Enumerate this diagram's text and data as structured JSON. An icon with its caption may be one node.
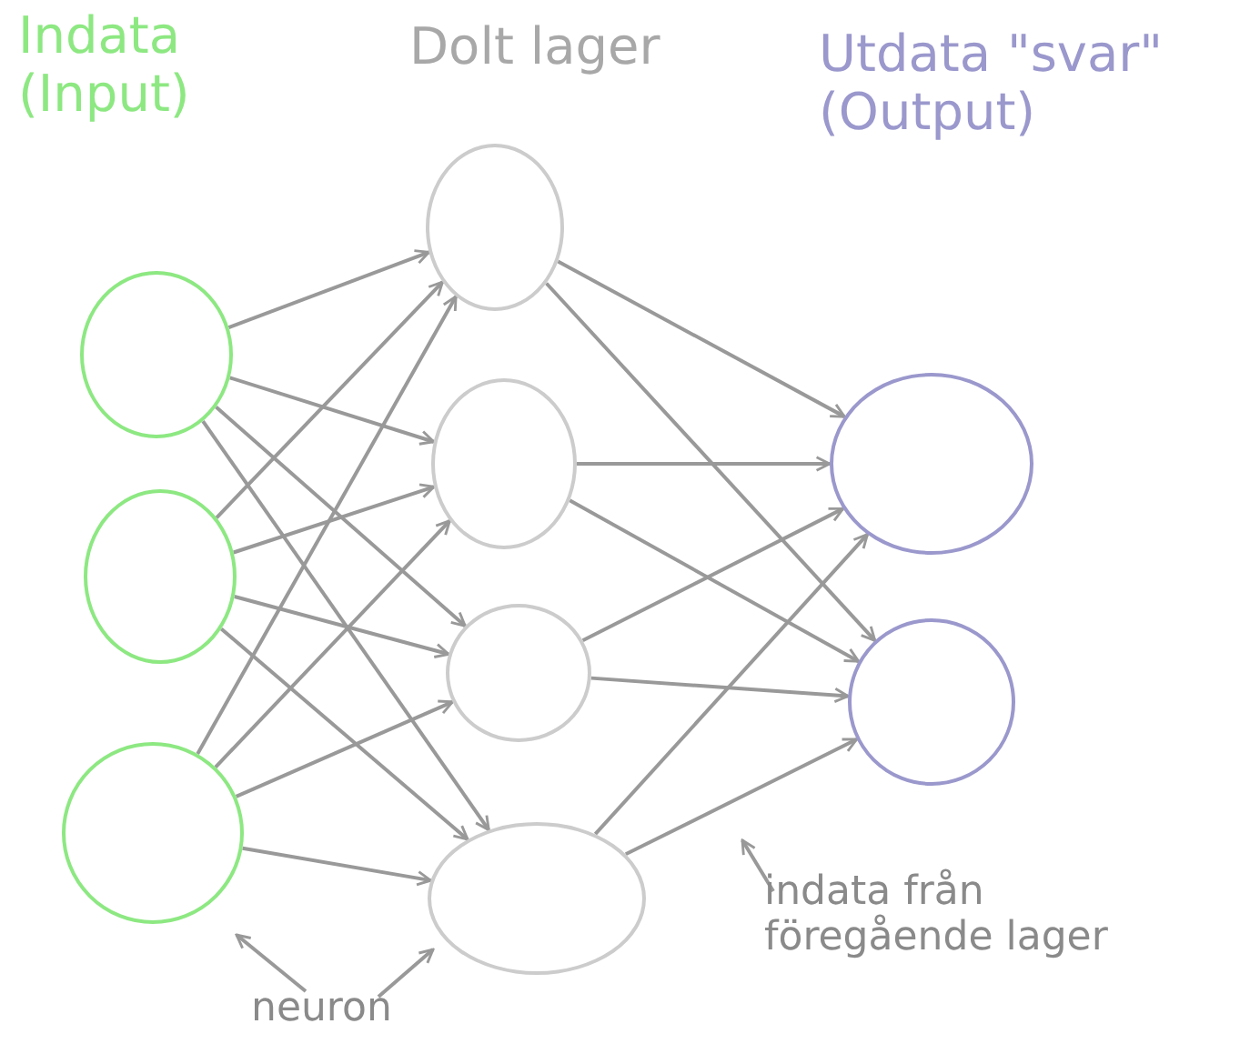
{
  "diagram": {
    "nodes": [
      {
        "text": [],
        "shape": "circle"
      },
      {
        "text": [],
        "shape": "circle"
      },
      {
        "text": [],
        "shape": "circle"
      },
      {
        "text": [],
        "shape": "circle"
      },
      {
        "text": [],
        "shape": "circle"
      },
      {
        "text": [],
        "shape": "circle"
      },
      {
        "text": [],
        "shape": "circle"
      },
      {
        "text": [],
        "shape": "circle"
      },
      {
        "text": [],
        "shape": "circle"
      },
      {
        "text": [
          "neuron"
        ]
      },
      {
        "text": [
          "indata från föregående lager"
        ]
      }
    ],
    "edges": [
      {
        "from": 0,
        "to": 3,
        "arrow": "to"
      },
      {
        "from": 0,
        "to": 4,
        "arrow": "to"
      },
      {
        "from": 0,
        "to": 5,
        "arrow": "to"
      },
      {
        "from": 0,
        "to": 6,
        "arrow": "to"
      },
      {
        "from": 1,
        "to": 3,
        "arrow": "to"
      },
      {
        "from": 1,
        "to": 4,
        "arrow": "to"
      },
      {
        "from": 1,
        "to": 5,
        "arrow": "to"
      },
      {
        "from": 1,
        "to": 6,
        "arrow": "to"
      },
      {
        "from": 2,
        "to": 3,
        "arrow": "to"
      },
      {
        "from": 2,
        "to": 4,
        "arrow": "to"
      },
      {
        "from": 2,
        "to": 5,
        "arrow": "to"
      },
      {
        "from": 2,
        "to": 6,
        "arrow": "to"
      },
      {
        "from": 3,
        "to": 7,
        "arrow": "to"
      },
      {
        "from": 3,
        "to": 8,
        "arrow": "to"
      },
      {
        "from": 4,
        "to": 7,
        "arrow": "to"
      },
      {
        "from": 4,
        "to": 8,
        "arrow": "to"
      },
      {
        "from": 5,
        "to": 7,
        "arrow": "to"
      },
      {
        "from": 5,
        "to": 8,
        "arrow": "to"
      },
      {
        "from": 6,
        "to": 7,
        "arrow": "to"
      },
      {
        "from": 6,
        "to": 8,
        "arrow": "to"
      },
      {
        "from": 9,
        "to": 2,
        "arrow": "to"
      },
      {
        "from": 9,
        "to": 6,
        "arrow": "to"
      },
      {
        "from": 10,
        "to": null,
        "arrow": "to"
      }
    ],
    "labels": [
      "Indata (Input)",
      "Dolt lager",
      "Utdata \"svar\" (Output)"
    ]
  }
}
